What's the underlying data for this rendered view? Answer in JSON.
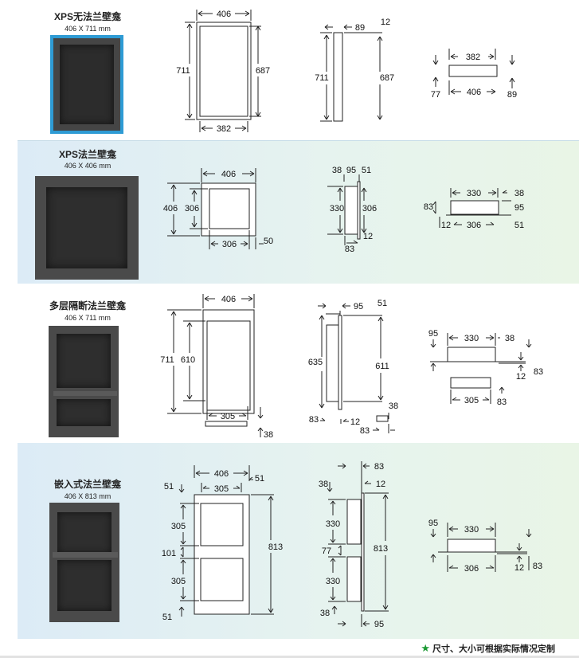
{
  "colors": {
    "accent_blue": "#2e9bd4",
    "star_green": "#1d9a35",
    "foam_dark": "#3d3d3d"
  },
  "sections": [
    {
      "title": "XPS无法兰壁龛",
      "size": "406 X 711 mm",
      "front": [
        "406",
        "711",
        "687",
        "382"
      ],
      "side": [
        "89",
        "12",
        "711",
        "687"
      ],
      "top": [
        "382",
        "77",
        "406",
        "89"
      ]
    },
    {
      "title": "XPS法兰壁龛",
      "size": "406 X 406 mm",
      "front": [
        "406",
        "406",
        "306",
        "306",
        "50"
      ],
      "side": [
        "38",
        "95",
        "51",
        "330",
        "306",
        "12",
        "83"
      ],
      "top": [
        "330",
        "38",
        "83",
        "95",
        "12",
        "306",
        "51"
      ]
    },
    {
      "title": "多层隔断法兰壁龛",
      "size": "406 X 711 mm",
      "front": [
        "406",
        "711",
        "610",
        "305",
        "38"
      ],
      "side": [
        "95",
        "51",
        "635",
        "611",
        "38",
        "83",
        "12",
        "83"
      ],
      "top": [
        "95",
        "330",
        "38",
        "12",
        "83",
        "305",
        "83"
      ]
    },
    {
      "title": "嵌入式法兰壁龛",
      "size": "406 X 813 mm",
      "front": [
        "406",
        "51",
        "305",
        "51",
        "305",
        "101",
        "813",
        "305",
        "51"
      ],
      "side": [
        "83",
        "38",
        "12",
        "330",
        "77",
        "813",
        "330",
        "38",
        "95"
      ],
      "top": [
        "95",
        "330",
        "306",
        "12",
        "83"
      ]
    }
  ],
  "footer": {
    "star_icon": "★",
    "note": "尺寸、大小可根据实际情况定制"
  }
}
